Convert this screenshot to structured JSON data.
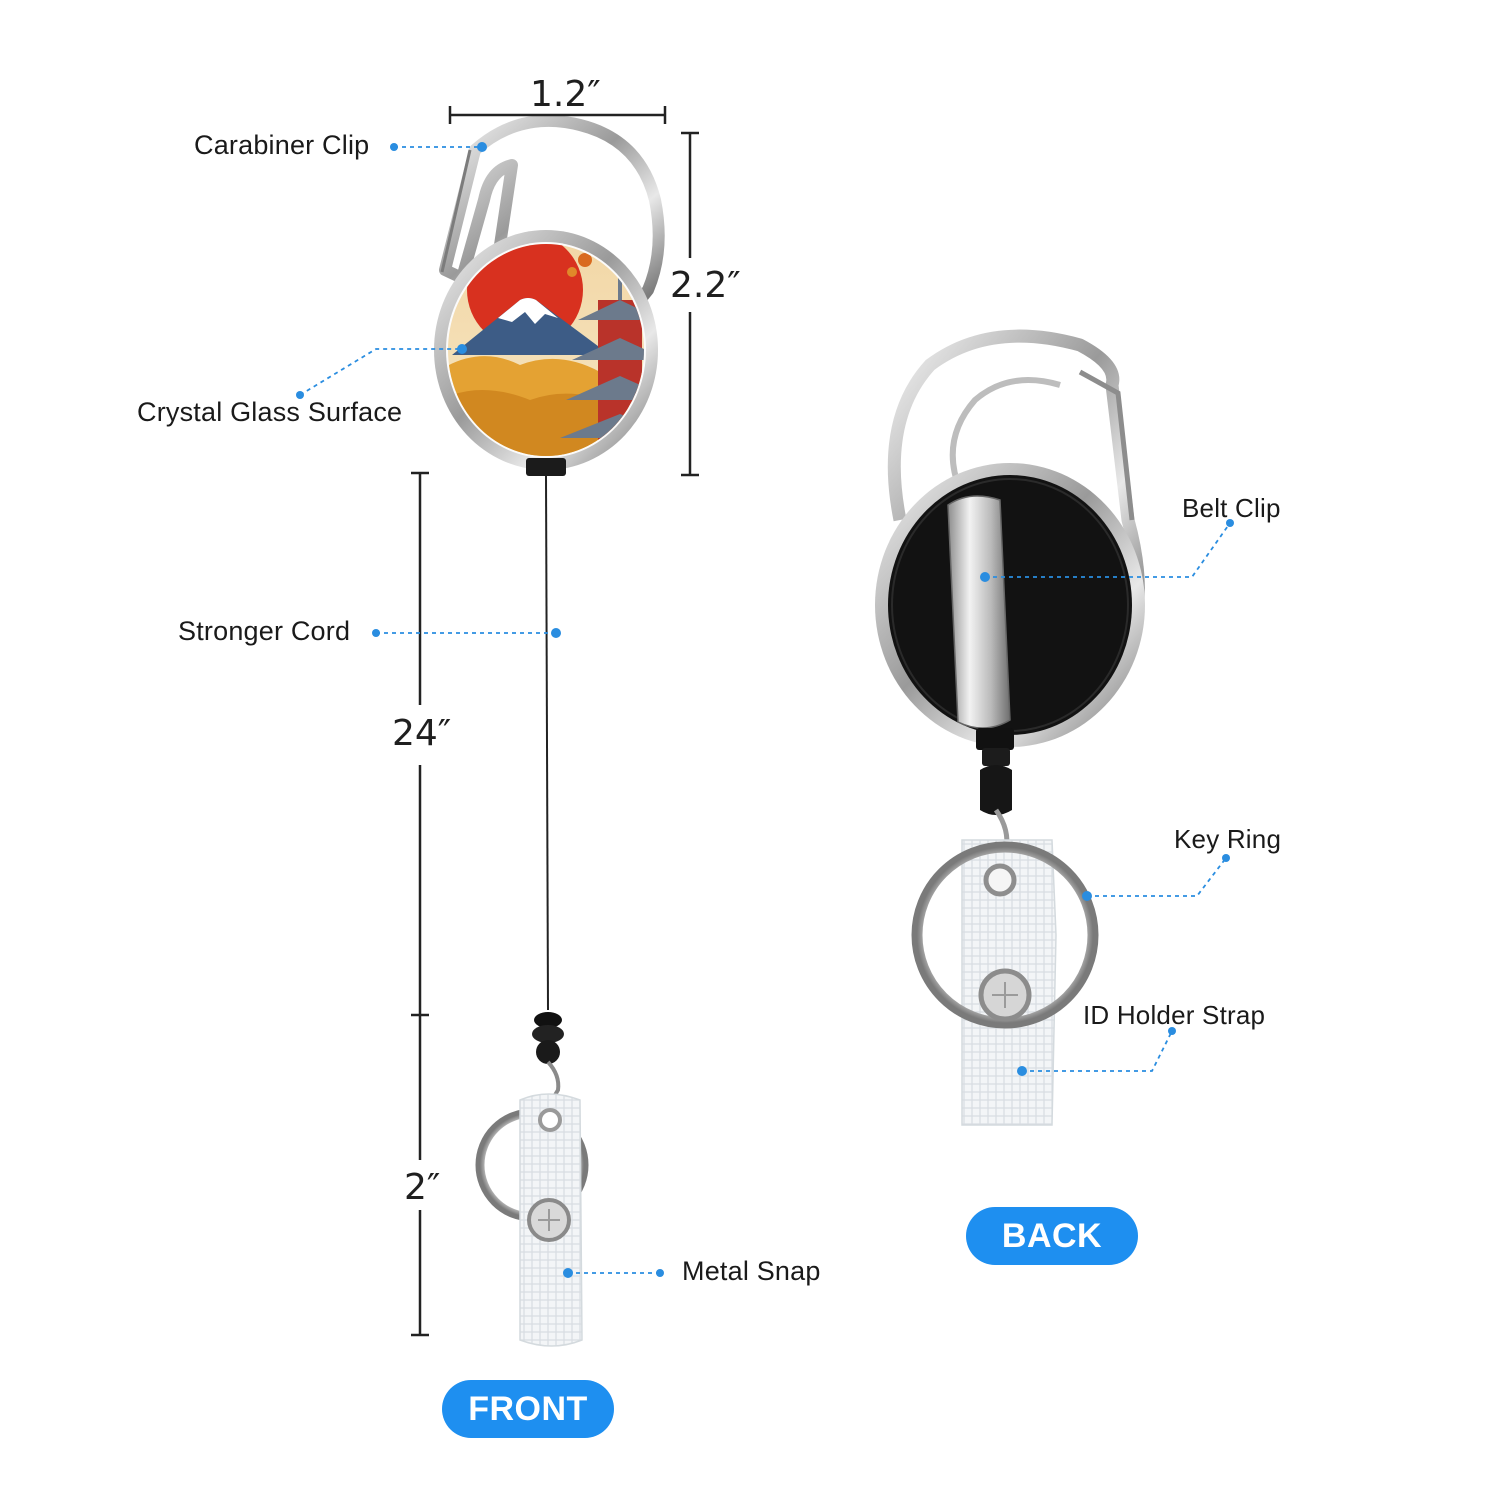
{
  "dimensions": {
    "width": "1.2″",
    "height": "2.2″",
    "cord_length": "24″",
    "strap_length": "2″"
  },
  "front_callouts": {
    "carabiner_clip": "Carabiner Clip",
    "crystal_glass_surface": "Crystal Glass Surface",
    "stronger_cord": "Stronger Cord",
    "metal_snap": "Metal Snap"
  },
  "back_callouts": {
    "belt_clip": "Belt Clip",
    "key_ring": "Key Ring",
    "id_holder_strap": "ID Holder Strap"
  },
  "badges": {
    "front": "FRONT",
    "back": "BACK"
  },
  "colors": {
    "accent": "#1e8ff0",
    "callout_line": "#2a8de0",
    "sun": "#d8311f",
    "reel_back": "#111111"
  },
  "icons": {
    "front_product": "retractable-badge-reel-front",
    "back_product": "retractable-badge-reel-back"
  }
}
